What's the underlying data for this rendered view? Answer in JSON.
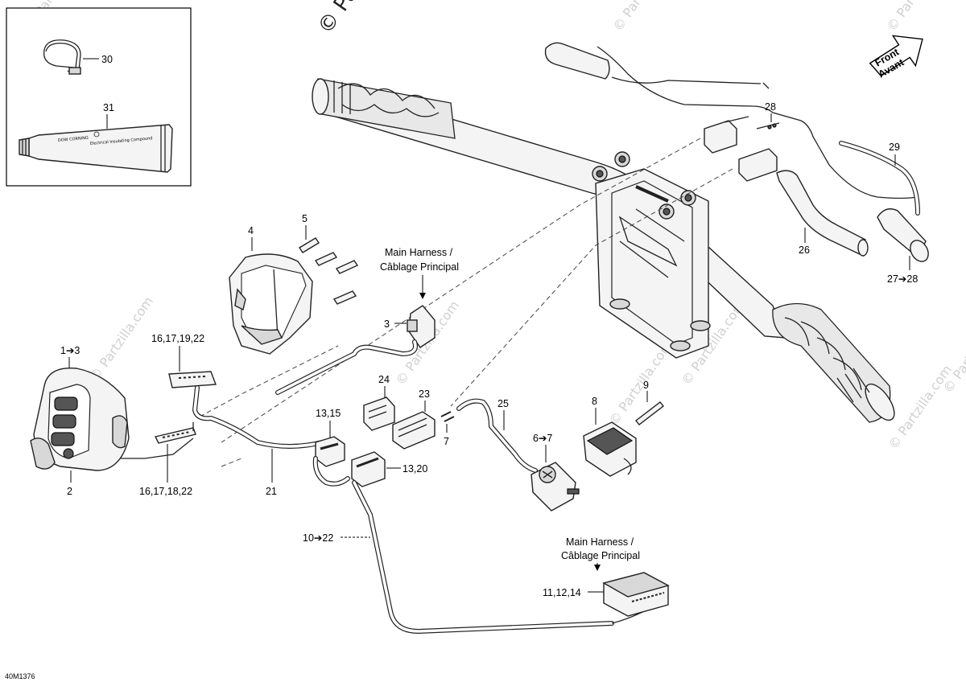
{
  "watermark": {
    "brand": "© Partzilla.com",
    "top": "© Partzilla.com"
  },
  "inset": {
    "item_30": "30",
    "item_31": "31"
  },
  "front_arrow": {
    "line1": "Front",
    "line2": "Avant"
  },
  "callouts": {
    "c5": "5",
    "c4": "4",
    "main_harness_1_line1": "Main Harness /",
    "main_harness_1_line2": "Câblage Principal",
    "c3": "3",
    "c28": "28",
    "c29": "29",
    "c26": "26",
    "c27_28": "27➔28",
    "c1_3": "1➔3",
    "c16_17_19_22": "16,17,19,22",
    "c24": "24",
    "c23": "23",
    "c25": "25",
    "c8": "8",
    "c9": "9",
    "c13_15": "13,15",
    "c7": "7",
    "c6_7": "6➔7",
    "c13_20": "13,20",
    "c2": "2",
    "c16_17_18_22": "16,17,18,22",
    "c21": "21",
    "c10_22": "10➔22",
    "main_harness_2_line1": "Main Harness /",
    "main_harness_2_line2": "Câblage Principal",
    "c11_12_14": "11,12,14"
  },
  "drawing_ref": "40M1376"
}
